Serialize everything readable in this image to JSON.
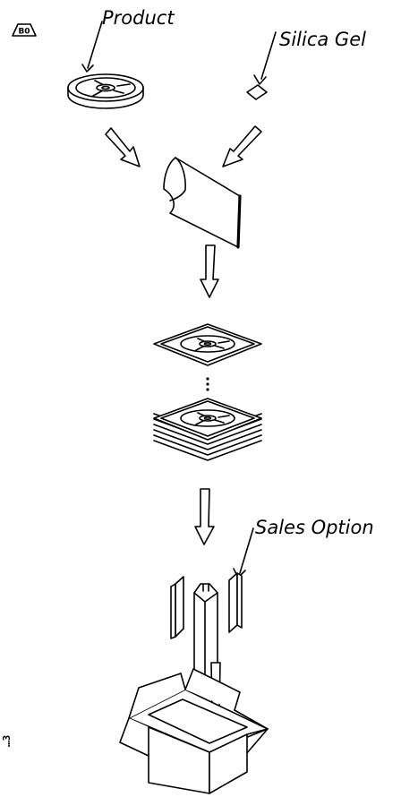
{
  "badge": {
    "text": "B0"
  },
  "labels": {
    "product": "Product",
    "silica_gel": "Silica Gel",
    "sales_option": "Sales Option"
  },
  "side_code": "…3"
}
